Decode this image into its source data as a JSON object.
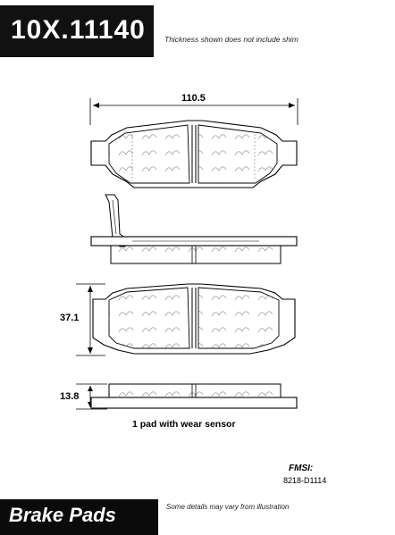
{
  "header": {
    "part_number": "10X.11140",
    "shim_note": "Thickness shown does not include shim"
  },
  "dimensions": {
    "width": "110.5",
    "height": "37.1",
    "thickness": "13.8"
  },
  "sensor_note": "1 pad with wear sensor",
  "fmsi": {
    "label": "FMSI:",
    "code": "8218-D1114"
  },
  "footer": {
    "category": "Brake Pads",
    "disclaimer": "Some details may vary from illustration"
  }
}
